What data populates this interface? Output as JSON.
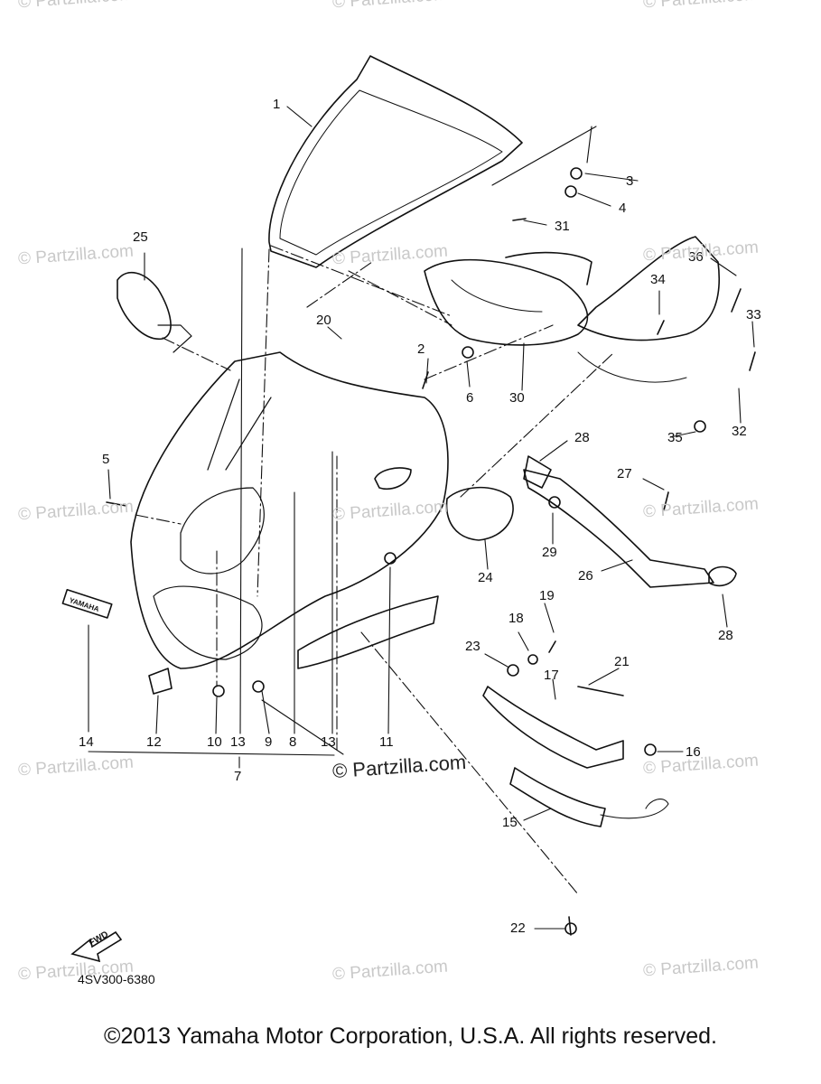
{
  "diagram": {
    "part_numbers": [
      "1",
      "2",
      "3",
      "4",
      "5",
      "6",
      "7",
      "8",
      "9",
      "10",
      "11",
      "12",
      "13",
      "13",
      "14",
      "15",
      "16",
      "17",
      "18",
      "19",
      "20",
      "21",
      "22",
      "23",
      "24",
      "25",
      "26",
      "27",
      "28",
      "28",
      "29",
      "30",
      "31",
      "32",
      "33",
      "34",
      "35",
      "36"
    ],
    "emblem_text": "YAMAHA",
    "fwd_arrow_text": "FWD",
    "catalog_code": "4SV300-6380"
  },
  "watermarks": {
    "brand": "© Partzilla.com",
    "center": "© Partzilla.com"
  },
  "footer": {
    "copyright": "©2013 Yamaha Motor Corporation, U.S.A. All rights reserved."
  },
  "colors": {
    "line": "#111111",
    "watermark": "#c9c9c9"
  }
}
